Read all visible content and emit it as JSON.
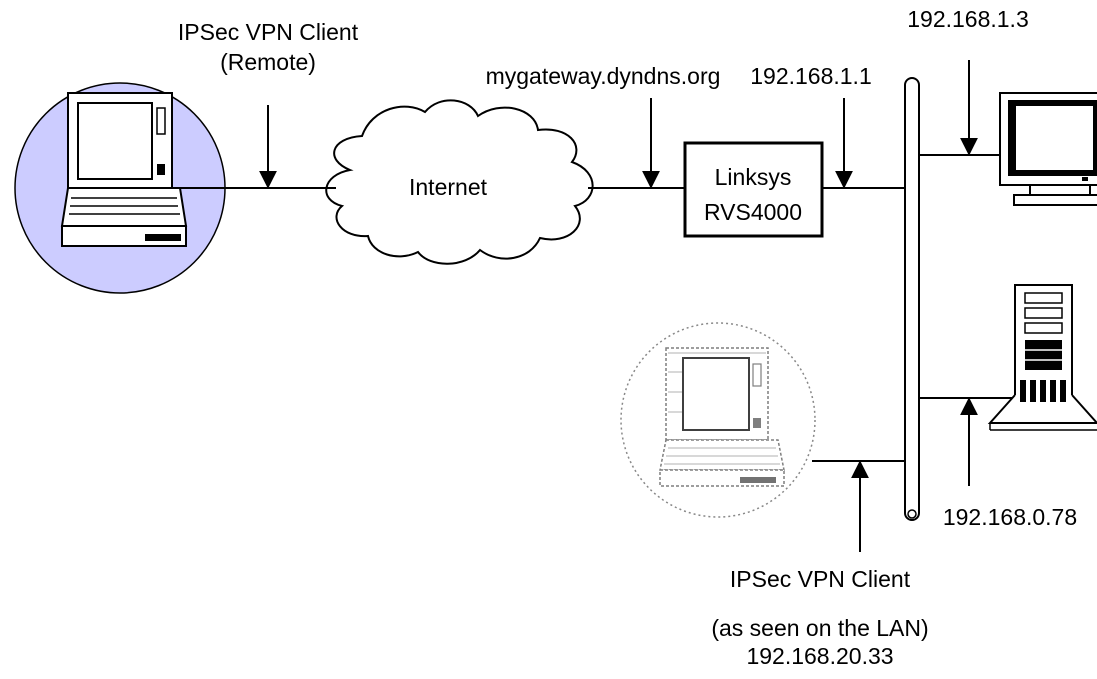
{
  "labels": {
    "remote_client_line1": "IPSec VPN Client",
    "remote_client_line2": "(Remote)",
    "gateway_hostname": "mygateway.dyndns.org",
    "router_ip": "192.168.1.1",
    "internet": "Internet",
    "router_line1": "Linksys",
    "router_line2": "RVS4000",
    "desktop_ip": "192.168.1.3",
    "server_ip": "192.168.0.78",
    "lan_client_line1": "IPSec VPN Client",
    "lan_client_line2": "(as seen on the LAN)",
    "lan_client_ip": "192.168.20.33"
  },
  "colors": {
    "remote_circle_fill": "#ccccff",
    "stroke": "#000000",
    "lan_circle_stroke": "#888888"
  }
}
